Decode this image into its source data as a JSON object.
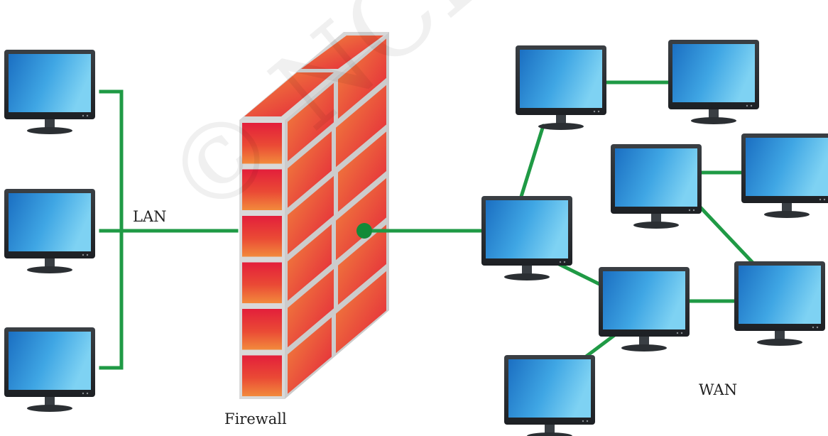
{
  "labels": {
    "lan": "LAN",
    "wan": "WAN",
    "firewall": "Firewall"
  },
  "watermark": {
    "text": "© NCERT not to be republished"
  },
  "colors": {
    "link": "#1f9a45",
    "junction": "#138a38",
    "brick_light": "#f28a3c",
    "brick_dark": "#e31f3b",
    "mortar": "#d9d9d9",
    "monitor_frame": "#2b2f33",
    "screen_light": "#7ed2f3",
    "screen_dark": "#1b6fc2"
  },
  "icons": {
    "computer": "monitor-icon",
    "firewall": "brick-wall-icon"
  }
}
